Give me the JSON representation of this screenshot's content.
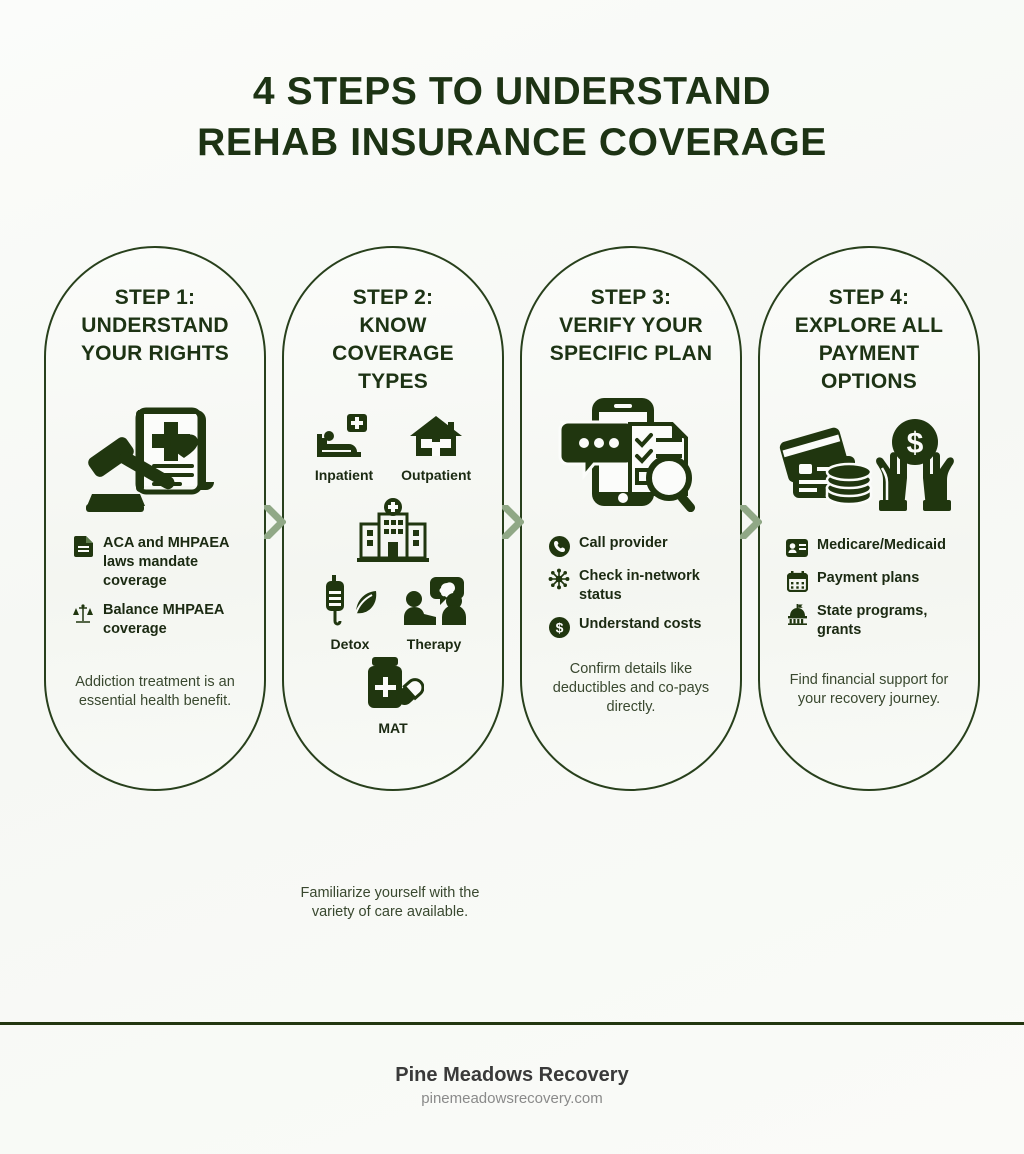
{
  "title": {
    "line1": "4 STEPS TO UNDERSTAND",
    "line2": "REHAB INSURANCE COVERAGE"
  },
  "colors": {
    "dark_green": "#1d3314",
    "icon_green": "#20360f",
    "chevron_sage": "#90a886",
    "background": "#f7f9f5",
    "footer_brand": "#3a3a3a",
    "footer_url": "#8a8a8a"
  },
  "steps": [
    {
      "title": "STEP 1:\nUNDERSTAND\nYOUR RIGHTS",
      "hero_icon": "gavel-medical-document-icon",
      "bullets": [
        {
          "icon": "document-icon",
          "text": "ACA and MHPAEA laws mandate coverage"
        },
        {
          "icon": "scales-of-justice-icon",
          "text": "Balance MHPAEA coverage"
        }
      ],
      "note": "Addiction treatment is an essential health benefit."
    },
    {
      "title": "STEP 2:\nKNOW\nCOVERAGE\nTYPES",
      "hero_icon": "coverage-types-grid-icon",
      "types": [
        {
          "icon": "hospital-bed-icon",
          "label": "Inpatient"
        },
        {
          "icon": "house-icon",
          "label": "Outpatient"
        },
        {
          "icon": "hospital-building-icon",
          "label": ""
        },
        {
          "icon": "iv-drip-leaf-icon",
          "label": "Detox"
        },
        {
          "icon": "therapy-people-icon",
          "label": "Therapy"
        },
        {
          "icon": "pill-bottle-icon",
          "label": "MAT"
        }
      ],
      "note": "Familiarize yourself with the variety of care available."
    },
    {
      "title": "STEP 3:\nVERIFY YOUR\nSPECIFIC PLAN",
      "hero_icon": "phone-checklist-magnifier-icon",
      "bullets": [
        {
          "icon": "phone-call-icon",
          "text": "Call provider"
        },
        {
          "icon": "network-nodes-icon",
          "text": "Check in-network status"
        },
        {
          "icon": "dollar-coin-icon",
          "text": "Understand costs"
        }
      ],
      "note": "Confirm details like deductibles and co-pays directly."
    },
    {
      "title": "STEP 4:\nEXPLORE ALL\nPAYMENT\nOPTIONS",
      "hero_icon": "credit-cards-hands-money-icon",
      "bullets": [
        {
          "icon": "id-card-icon",
          "text": "Medicare/Medicaid"
        },
        {
          "icon": "calendar-icon",
          "text": "Payment plans"
        },
        {
          "icon": "government-building-icon",
          "text": "State programs, grants"
        }
      ],
      "note": "Find financial support for your recovery journey."
    }
  ],
  "footer": {
    "brand": "Pine Meadows Recovery",
    "url": "pinemeadowsrecovery.com"
  }
}
